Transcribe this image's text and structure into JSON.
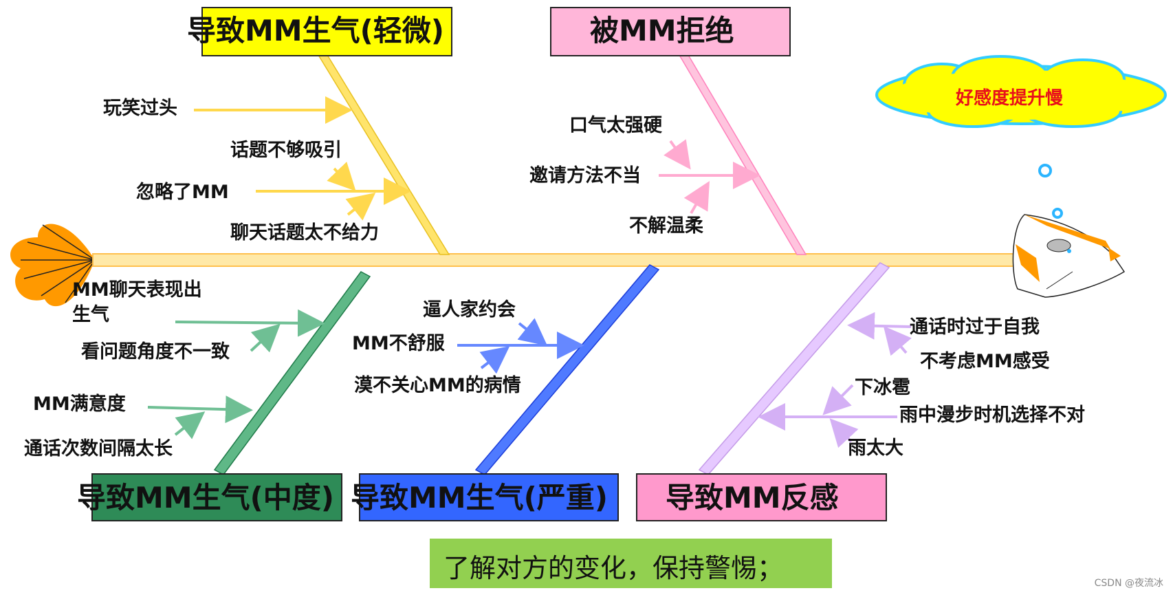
{
  "diagram": {
    "effect": "好感度提升慢",
    "categories": {
      "mild": {
        "title": "导致MM生气(轻微)",
        "causes": [
          "玩笑过头",
          "话题不够吸引",
          "忽略了MM",
          "聊天话题太不给力"
        ]
      },
      "rejected": {
        "title": "被MM拒绝",
        "causes": [
          "口气太强硬",
          "邀请方法不当",
          "不解温柔"
        ]
      },
      "medium": {
        "title": "导致MM生气(中度)",
        "causes": [
          "MM聊天表现出",
          "生气",
          "看问题角度不一致",
          "MM满意度",
          "通话次数间隔太长"
        ]
      },
      "severe": {
        "title": "导致MM生气(严重)",
        "causes": [
          "逼人家约会",
          "MM不舒服",
          "漠不关心MM的病情"
        ]
      },
      "disgust": {
        "title": "导致MM反感",
        "causes": [
          "通话时过于自我",
          "不考虑MM感受",
          "下冰雹",
          "雨中漫步时机选择不对",
          "雨太大"
        ]
      }
    },
    "conclusion": "了解对方的变化，保持警惕；",
    "credit": "CSDN @夜流冰"
  },
  "colors": {
    "mild": "#ffff00",
    "rejected": "#ffb6d9",
    "medium": "#2e8b57",
    "severe": "#3366ff",
    "disgust": "#ff99cc",
    "spine": "#ffcc66",
    "fish": "#ff9900",
    "banner": "#92d050",
    "cloud_text": "#e8101a"
  }
}
